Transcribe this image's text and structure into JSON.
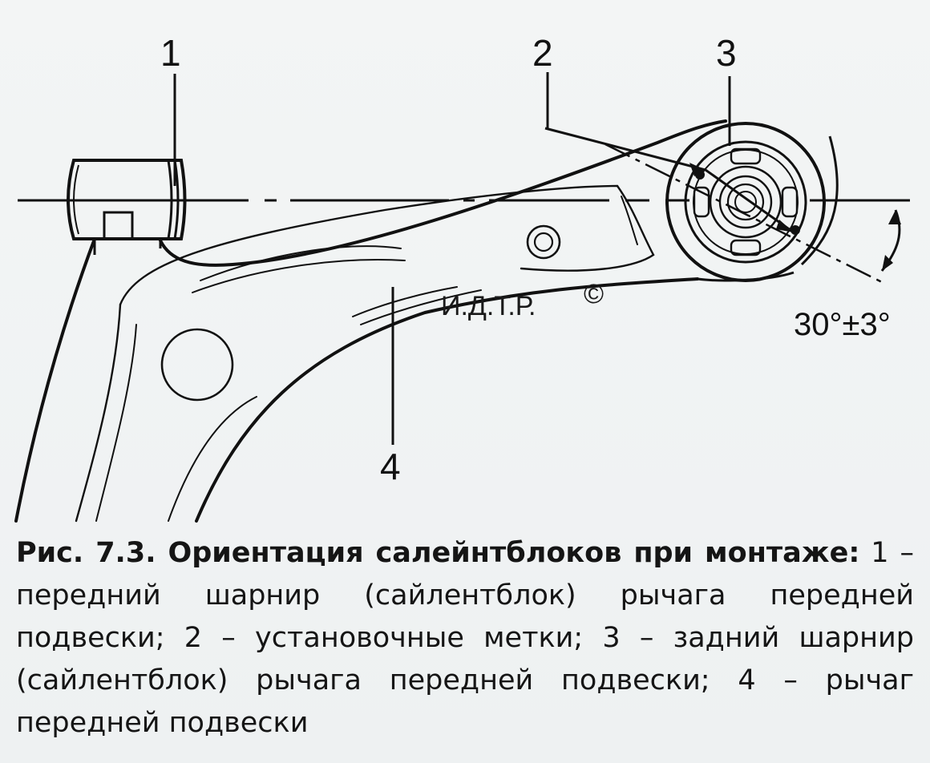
{
  "labels": {
    "front_bushing": "1",
    "alignment_marks": "2",
    "rear_bushing": "3",
    "control_arm": "4"
  },
  "angle": "30°±3°",
  "watermark": "И.Д.Т.Р.",
  "copyright": "©",
  "caption": {
    "title": "Рис. 7.3. Ориентация салейнтблоков при монтаже:",
    "text": "1 – передний шарнир (сайлентблок) рычага передней подвески; 2 – установочные метки; 3 – задний шарнир (сайлентблок) рычага передней подвески; 4 – рычаг передней подвески"
  }
}
